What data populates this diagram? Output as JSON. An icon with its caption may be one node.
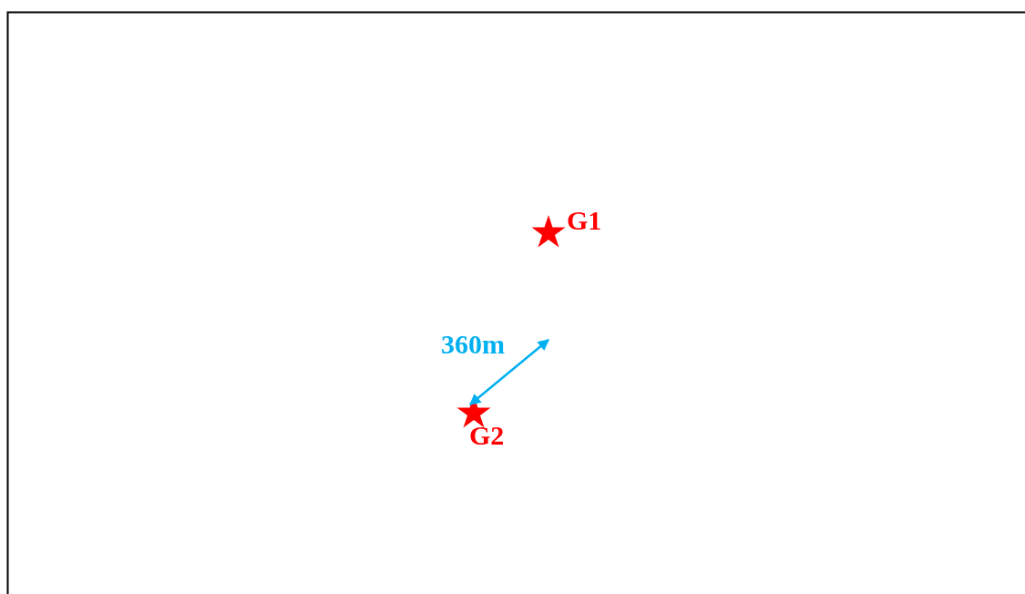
{
  "diagram": {
    "labels": [
      "G1",
      "360m",
      "G2"
    ]
  }
}
